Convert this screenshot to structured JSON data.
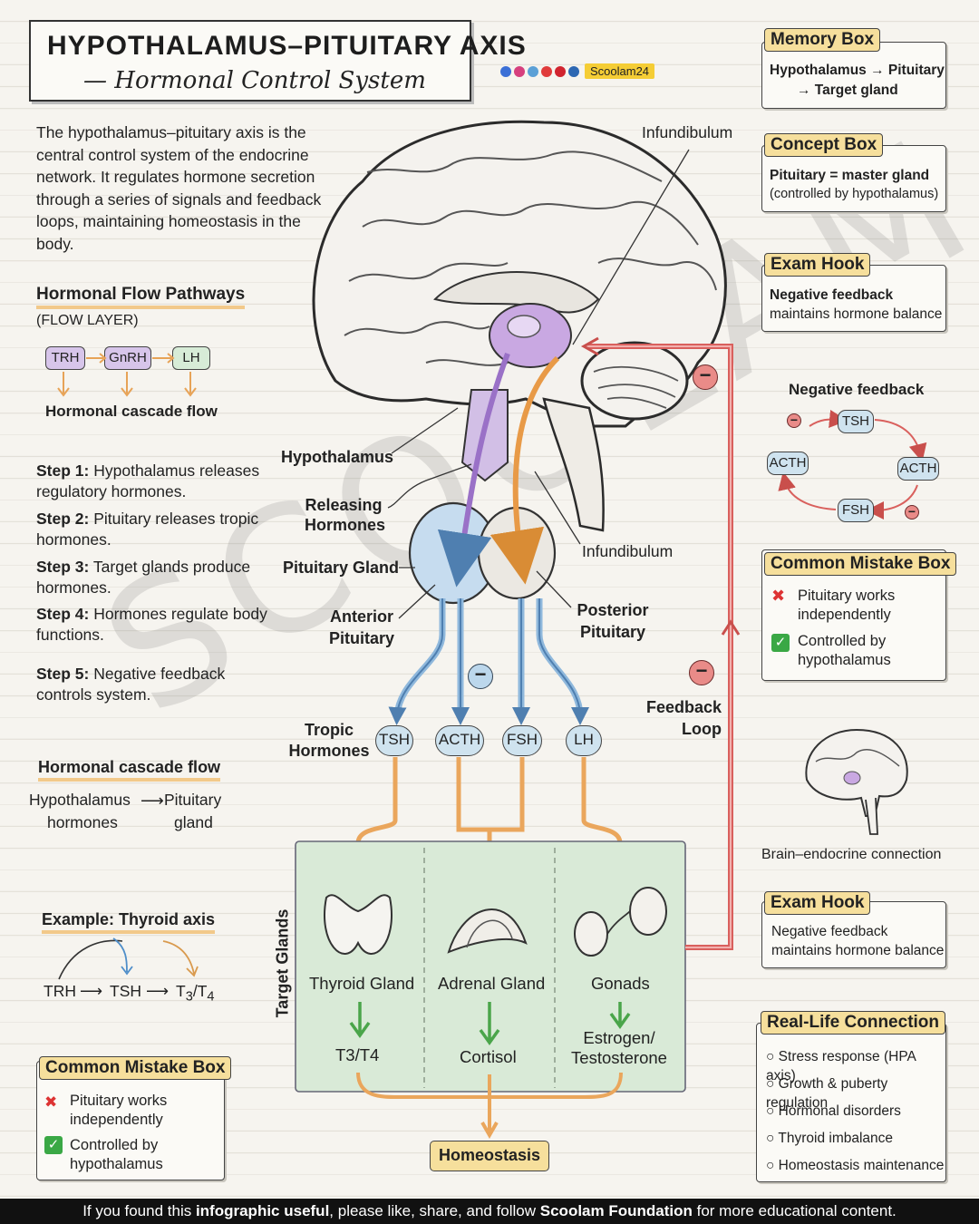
{
  "header": {
    "title": "HYPOTHALAMUS–PITUITARY AXIS",
    "subtitle": "— Hormonal Control System",
    "brand_handle": "Scoolam24"
  },
  "intro": "The hypothalamus–pituitary axis is the central control system of the endocrine network. It regulates hormone secretion through a series of signals and feedback loops, maintaining homeostasis in the body.",
  "flow": {
    "title": "Hormonal Flow Pathways",
    "subtitle": "(FLOW LAYER)",
    "pills": [
      "TRH",
      "GnRH",
      "LH"
    ],
    "caption": "Hormonal cascade flow"
  },
  "steps": [
    {
      "label": "Step 1:",
      "text": "Hypothalamus releases regulatory hormones."
    },
    {
      "label": "Step 2:",
      "text": "Pituitary releases tropic hormones."
    },
    {
      "label": "Step 3:",
      "text": "Target glands produce hormones."
    },
    {
      "label": "Step 4:",
      "text": "Hormones regulate body functions."
    },
    {
      "label": "Step 5:",
      "text": "Negative feedback controls system."
    }
  ],
  "cascade": {
    "title": "Hormonal cascade flow",
    "left": "Hypothalamus",
    "left2": "hormones",
    "right": "Pituitary",
    "right2": "gland"
  },
  "example": {
    "title": "Example: Thyroid axis",
    "trh": "TRH",
    "tsh": "TSH",
    "t34": "T"
  },
  "mistake_left": {
    "title": "Common Mistake Box",
    "wrong": "Pituitary works independently",
    "right": "Controlled by hypothalamus"
  },
  "diagram": {
    "infundibulum_top": "Infundibulum",
    "hypothalamus": "Hypothalamus",
    "releasing": "Releasing Hormones",
    "pituitary_gland": "Pituitary Gland",
    "infundibulum_mid": "Infundibulum",
    "anterior": "Anterior Pituitary",
    "posterior": "Posterior Pituitary",
    "feedback": "Feedback Loop",
    "tropic": "Tropic Hormones",
    "tropic_hormones": [
      "TSH",
      "ACTH",
      "FSH",
      "LH"
    ],
    "target_label": "Target Glands",
    "targets": [
      {
        "gland": "Thyroid Gland",
        "output": "T3/T4"
      },
      {
        "gland": "Adrenal Gland",
        "output": "Cortisol"
      },
      {
        "gland": "Gonads",
        "output": "Estrogen/ Testosterone"
      }
    ],
    "homeostasis": "Homeostasis"
  },
  "memory_box": {
    "title": "Memory Box",
    "line1": "Hypothalamus → Pituitary",
    "line2": "→ Target gland"
  },
  "concept_box": {
    "title": "Concept Box",
    "line1": "Pituitary = master gland",
    "line2": "(controlled by hypothalamus)"
  },
  "exam_hook_1": {
    "title": "Exam Hook",
    "line1": "Negative feedback",
    "line2": "maintains hormone balance"
  },
  "neg_feedback": {
    "title": "Negative feedback",
    "nodes": [
      "TSH",
      "ACTH",
      "ACTH",
      "FSH"
    ]
  },
  "mistake_right": {
    "title": "Common Mistake Box",
    "wrong": "Pituitary works independently",
    "right": "Controlled by hypothalamus"
  },
  "brain_caption": "Brain–endocrine connection",
  "exam_hook_2": {
    "title": "Exam Hook",
    "line1": "Negative feedback",
    "line2": "maintains hormone balance"
  },
  "real_life": {
    "title": "Real-Life Connection",
    "items": [
      "Stress response (HPA axis)",
      "Growth & puberty regulation",
      "Hormonal disorders",
      "Thyroid imbalance",
      "Homeostasis maintenance"
    ]
  },
  "watermark": "SCOOLAM",
  "footer": {
    "pre": "If you found this ",
    "bold1": "infographic useful",
    "mid": ", please like, share, and follow ",
    "bold2": "Scoolam Foundation",
    "post": " for more educational content."
  },
  "colors": {
    "purple": "#b48fd6",
    "blue": "#8fb8dc",
    "orange": "#eaa65c",
    "red": "#d9605d",
    "green": "#6bb26b",
    "yellow": "#f6df9c"
  }
}
